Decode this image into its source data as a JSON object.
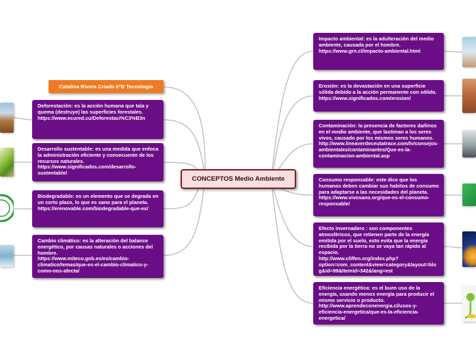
{
  "center": {
    "label": "CONCEPTOS Medio Ambiente"
  },
  "author": {
    "label": "Catalina Rivera Criado II°B Tecnología"
  },
  "left_nodes": [
    {
      "text": "Deforestación: es la acción humana que tala y quema (destruye) las superficies forestales.\nhttps://www.ecured.cu/Deforestaci%C3%B3n"
    },
    {
      "text": "Desarrollo sustentable: es una medida que enfoca la administración eficiente y consecuente de los recursos naturales.\nhttps://www.significados.com/desarrollo-sustentable/"
    },
    {
      "text": "Biodegradable: es un elemento que se degrada en un corto plazo, lo que es sano para el planeta.\n https://erenovable.com/biodegradable-que-es/"
    },
    {
      "text": "Cambio climático: es la alteración del balance energético, por causas naturales o acciones del hombre.\nhttps://www.miteco.gob.es/es/cambio-climatico/temas/que-es-el-cambio-climatico-y-como-nos-afecta/"
    }
  ],
  "right_nodes": [
    {
      "text": "Impacto ambiental: es la adulteración del medio ambiente, causada por el hombre.\nhttps://www.grn.cl/impacto-ambiental.html"
    },
    {
      "text": "Erosión:    es la devastación en una superficie sólida debido a la acción permanente con sólido.\nhttps://www.significados.com/erosion/"
    },
    {
      "text": "Contaminación:  la presencia de factores dañinos en el medio ambiente, que lastiman a los seres vivos, causado por los mismos seres humanos.\nhttp://www.lineaverdeceutatrace.com/lv/consejos-ambientales/contaminantes/Que-es-la-contaminacion-ambiental.asp"
    },
    {
      "text": "Consumo responsable: este dice que los humanos deben cambiar sus habitos de consumo para adaptarse a las necesidades del planeta.\nhttps://www.vivosano.org/que-es-el-consumo-responsable/"
    },
    {
      "text": "Efecto invernadero : son componentes atmosféricos, que retienen parte de la energía emitida por el suelo, esto evita que la energía recibida por la tierra no se vaya tan rápido al espacio.\nhttp://www.cliffen.org/index.php?option=com_content&view=category&layout=blog&id=99&Itemid=342&lang=est"
    },
    {
      "text": "Eficiencia energética: es el buen uso de la energía, usando menos energía para producir el mismo servicio o producto.\n http://www.aprendeconenergia.cl/usos-y-eficiencia-energetica/que-es-la-eficiencia-energetica/"
    }
  ],
  "colors": {
    "node_fill": "#6b0d86",
    "center_fill": "#f8dede",
    "center_border": "#7a1b25",
    "author_fill": "#ee7b22",
    "connector": "#b9b9b9"
  }
}
